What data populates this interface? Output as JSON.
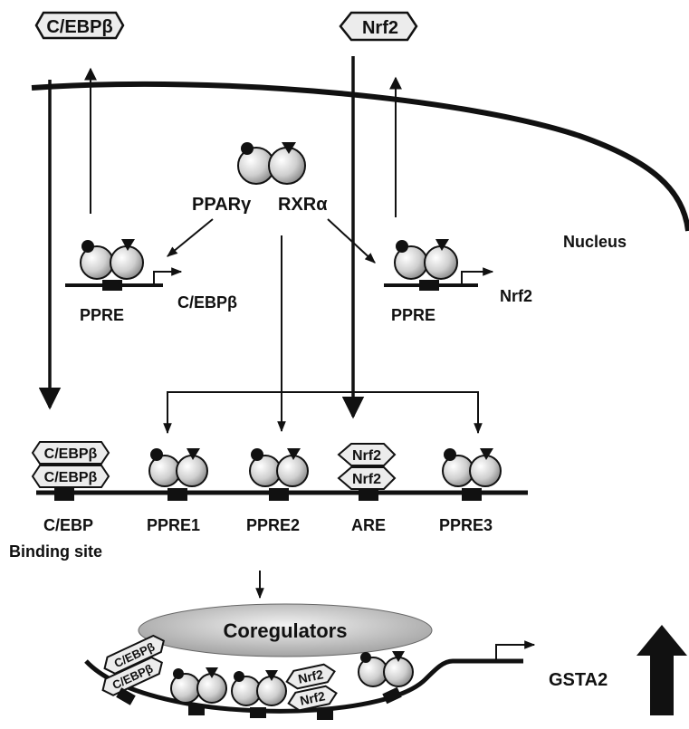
{
  "labels": {
    "cebpb_top": "C/EBPβ",
    "nrf2_top": "Nrf2",
    "nucleus": "Nucleus",
    "ppar": "PPARγ",
    "rxr": "RXRα",
    "ppre_left": "PPRE",
    "cebpb_gene": "C/EBPβ",
    "ppre_right": "PPRE",
    "nrf2_gene": "Nrf2",
    "cebp_site": "C/EBP",
    "binding_site": "Binding site",
    "ppre1": "PPRE1",
    "ppre2": "PPRE2",
    "are": "ARE",
    "ppre3": "PPRE3",
    "coregulators": "Coregulators",
    "gsta2": "GSTA2",
    "hex_cebpb": "C/EBPβ",
    "hex_nrf2": "Nrf2"
  },
  "colors": {
    "line": "#111111",
    "circle_fill": "#d9d9d9",
    "hex_fill": "#e8e8e8",
    "coreg_fill": "#c8c8c8"
  }
}
